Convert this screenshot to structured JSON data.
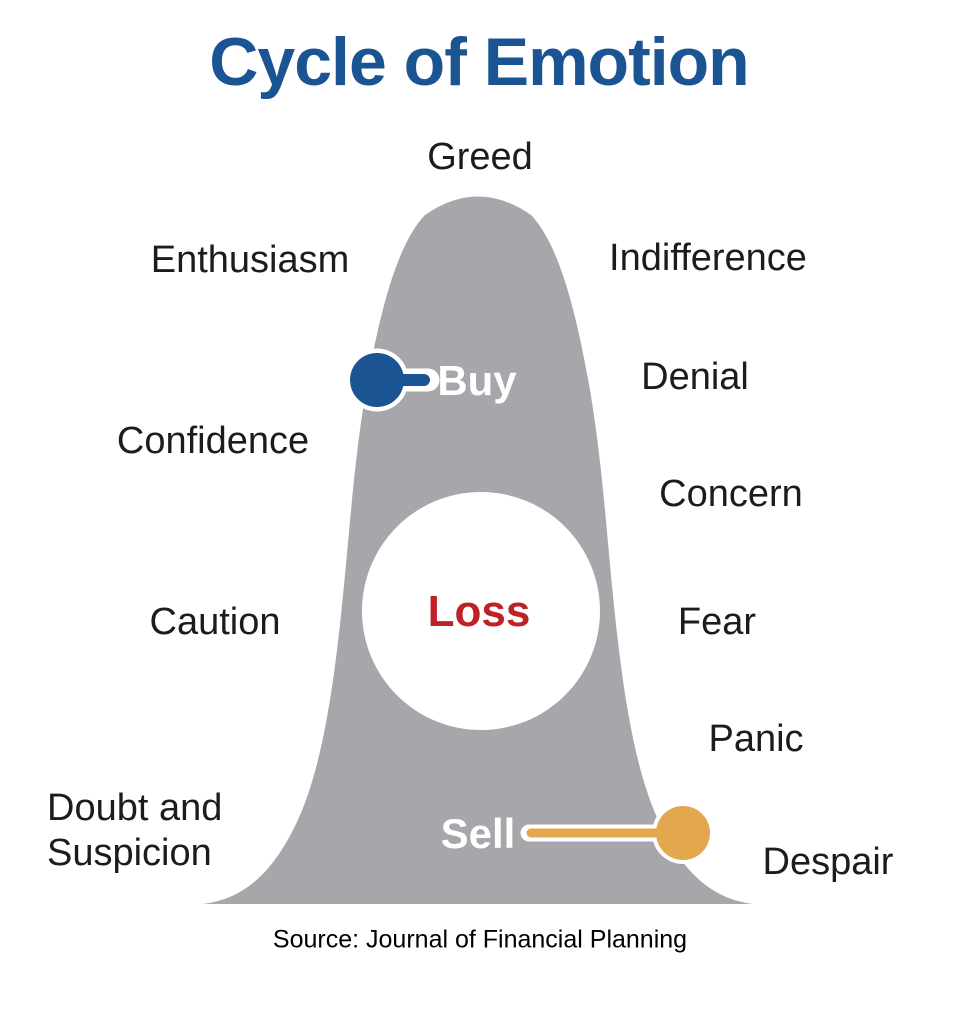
{
  "title": {
    "text": "Cycle of Emotion",
    "color": "#1B5493"
  },
  "curve": {
    "fill": "#A7A6AB"
  },
  "emotions": {
    "greed": "Greed",
    "enthusiasm": "Enthusiasm",
    "indifference": "Indifference",
    "denial": "Denial",
    "confidence": "Confidence",
    "concern": "Concern",
    "caution": "Caution",
    "fear": "Fear",
    "panic": "Panic",
    "doubt_line1": "Doubt and",
    "doubt_line2": "Suspicion",
    "despair": "Despair"
  },
  "markers": {
    "buy": {
      "label": "Buy",
      "color": "#1B5493",
      "text_color": "#FFFFFF"
    },
    "sell": {
      "label": "Sell",
      "color": "#E3A74E",
      "text_color": "#FFFFFF"
    },
    "loss": {
      "label": "Loss",
      "color": "#BE2126",
      "circle_color": "#FFFFFF"
    }
  },
  "source": {
    "text": "Source: Journal of Financial Planning"
  }
}
